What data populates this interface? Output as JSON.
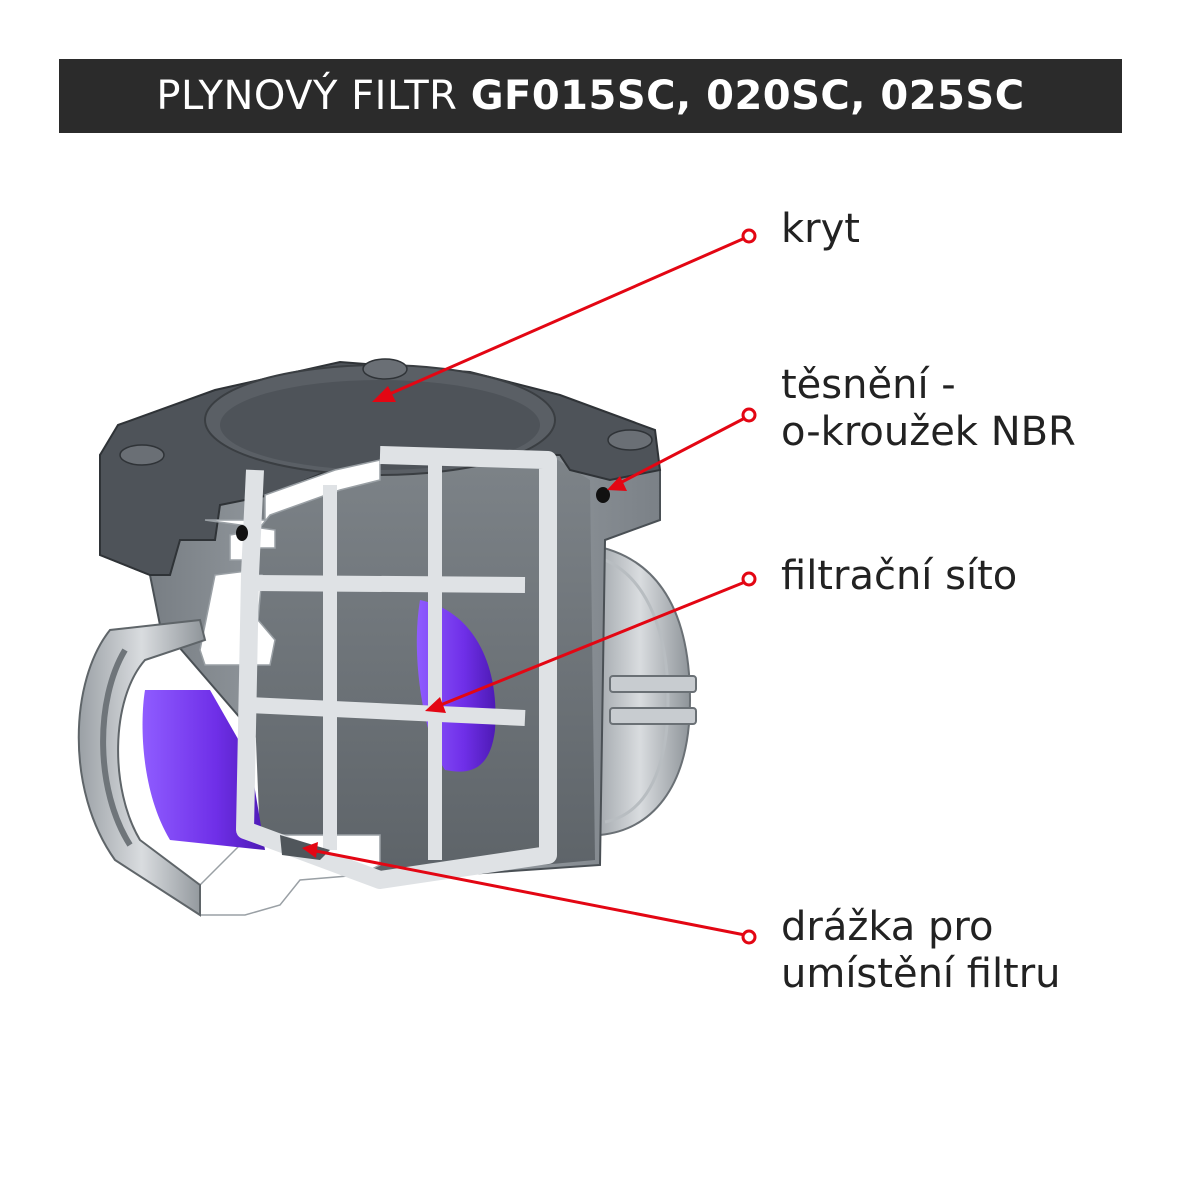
{
  "title": {
    "prefix": "PLYNOVÝ FILTR ",
    "models": "GF015SC, 020SC, 025SC"
  },
  "callouts": [
    {
      "lines": [
        "kryt"
      ]
    },
    {
      "lines": [
        "těsnění -",
        "o-kroužek NBR"
      ]
    },
    {
      "lines": [
        "filtrační síto"
      ]
    },
    {
      "lines": [
        "drážka pro",
        "umístění filtru"
      ]
    }
  ],
  "colors": {
    "title_background": "#2b2b2b",
    "leader_line": "#e30613",
    "body_gray": "#8a9096",
    "cover_dark": "#4e5359",
    "insert_purple": "#7a3cf0",
    "screen_light": "#e6e8ea"
  }
}
